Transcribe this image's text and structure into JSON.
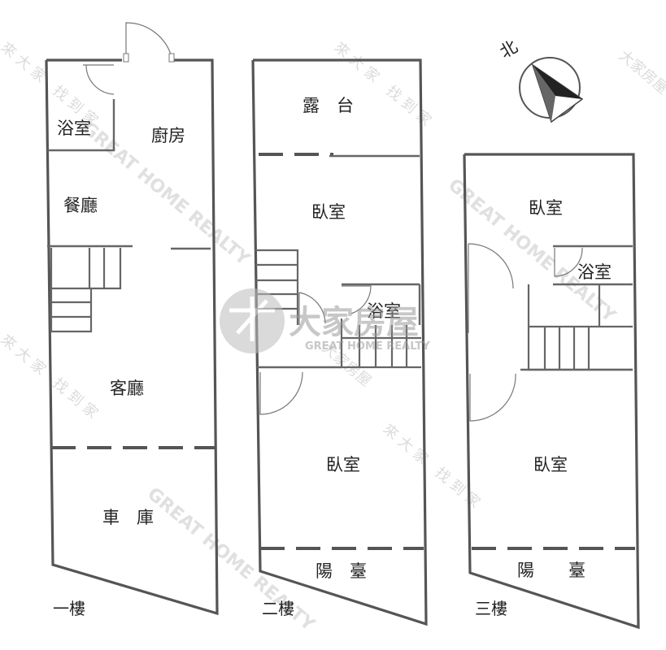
{
  "floors": [
    {
      "label": "一樓",
      "rooms": {
        "bath": "浴室",
        "kitchen": "廚房",
        "dining": "餐廳",
        "living": "客廳",
        "garage": "車　庫"
      }
    },
    {
      "label": "二樓",
      "rooms": {
        "terrace": "露　台",
        "bedroom_top": "臥室",
        "bath": "浴室",
        "bedroom_bottom": "臥室",
        "balcony": "陽　臺"
      }
    },
    {
      "label": "三樓",
      "rooms": {
        "bedroom_top": "臥室",
        "bath": "浴室",
        "bedroom_bottom": "臥室",
        "balcony": "陽　　臺"
      }
    }
  ],
  "compass": {
    "label": "北"
  },
  "watermark": {
    "logo_text": "大家房屋",
    "logo_subtext": "GREAT HOME REALTY",
    "repeat_en": "GREAT HOME REALTY",
    "repeat_cn": "來 大 家　找 到 家",
    "repeat_logo": "大家房屋"
  }
}
